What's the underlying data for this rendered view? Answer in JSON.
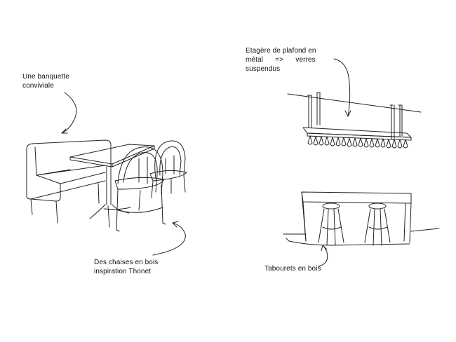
{
  "annotations": {
    "banquette": {
      "line1": "Une  banquette",
      "line2": "conviviale"
    },
    "chaises": {
      "line1": "Des chaises en bois",
      "line2": "inspiration Thonet"
    },
    "etagere": {
      "line1": "Etagère de plafond en",
      "line2": "métal      =>      verres",
      "line3": "suspendus"
    },
    "tabourets": {
      "line1": "Tabourets en bois"
    }
  },
  "colors": {
    "ink": "#111111",
    "background": "#ffffff"
  }
}
